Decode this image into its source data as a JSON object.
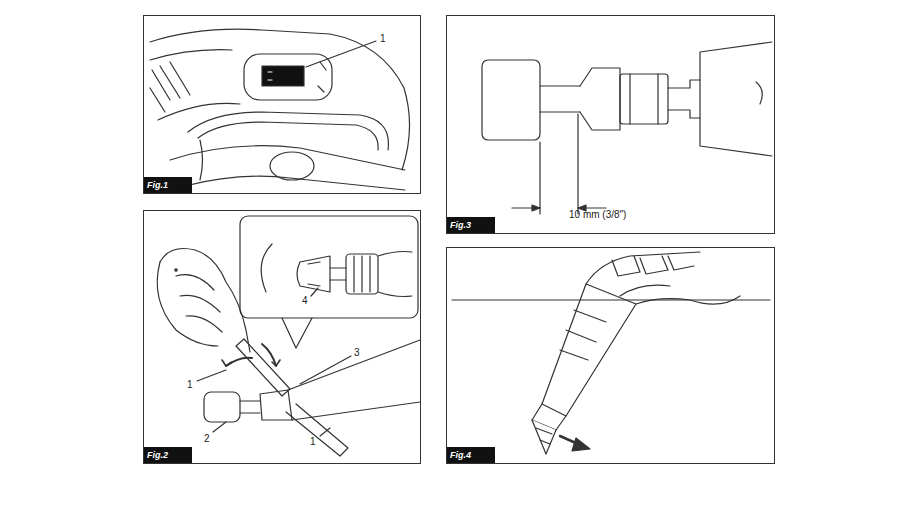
{
  "diagram": {
    "nodes": [
      {
        "text": [
          "Fig.1"
        ]
      },
      {
        "text": [
          "Fig.2"
        ]
      },
      {
        "text": [
          "Fig.3"
        ]
      },
      {
        "text": [
          "Fig.4"
        ]
      }
    ],
    "labels": [
      "1",
      "1",
      "2",
      "3",
      "1",
      "4",
      "10 mm (3/8\")"
    ]
  }
}
